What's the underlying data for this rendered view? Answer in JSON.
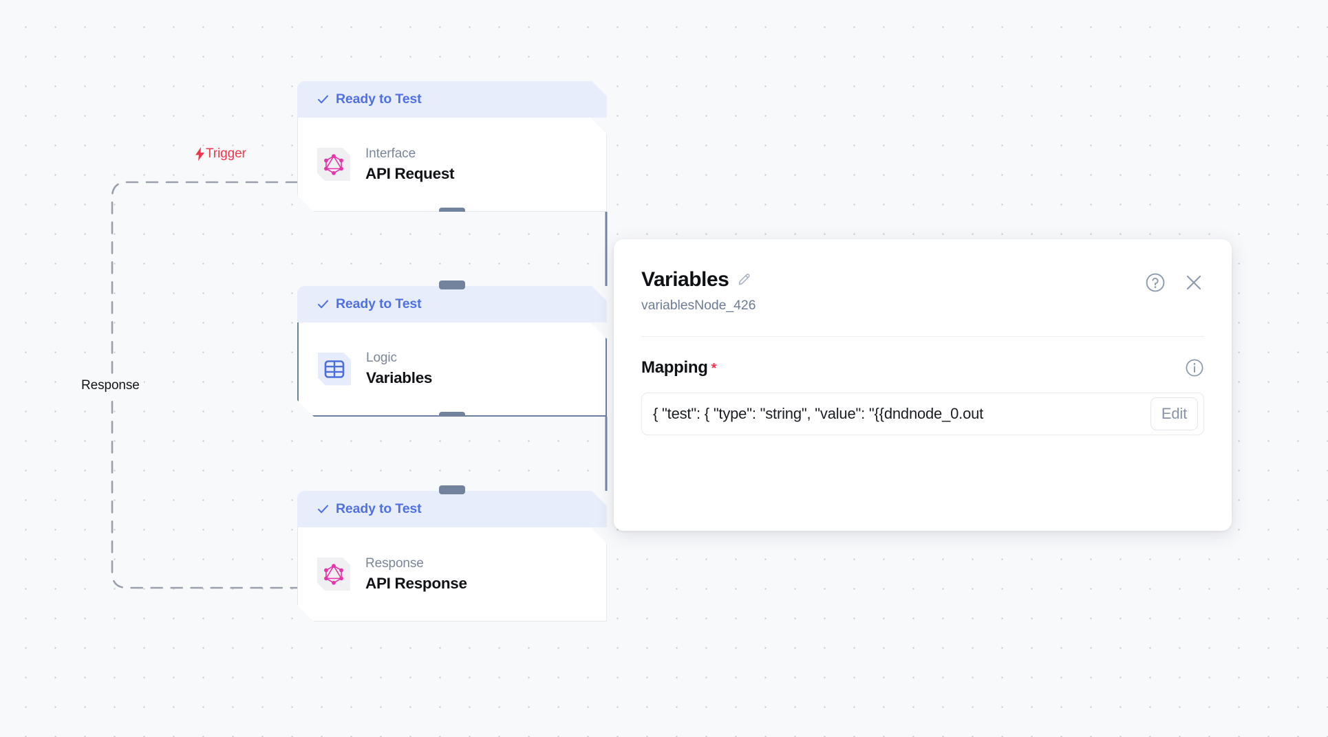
{
  "canvas": {
    "edges": [
      {
        "id": "trigger",
        "label": "Trigger",
        "icon": "lightning-bolt-icon",
        "color": "#f4364c"
      },
      {
        "id": "response",
        "label": "Response",
        "color": "#14161a"
      }
    ]
  },
  "nodes": [
    {
      "status": "Ready to Test",
      "kind": "Interface",
      "title": "API Request",
      "icon": "graphql-icon",
      "selected": false
    },
    {
      "status": "Ready to Test",
      "kind": "Logic",
      "title": "Variables",
      "icon": "table-grid-icon",
      "selected": true
    },
    {
      "status": "Ready to Test",
      "kind": "Response",
      "title": "API Response",
      "icon": "graphql-icon",
      "selected": false
    }
  ],
  "panel": {
    "title": "Variables",
    "subtitle": "variablesNode_426",
    "edit_title_icon": "pencil-icon",
    "help_icon": "help-circle-icon",
    "close_icon": "close-icon",
    "mapping": {
      "label": "Mapping",
      "required_marker": "*",
      "info_icon": "info-circle-icon",
      "value": "{  \"test\": {    \"type\": \"string\",   \"value\": \"{{dndnode_0.out",
      "edit_label": "Edit"
    }
  },
  "colors": {
    "status_text": "#5071e4",
    "status_bg": "#e8edfb",
    "trigger_red": "#f4364c",
    "graphql_pink": "#e535ab",
    "logic_blue": "#4a6fdc",
    "handle_slate": "#73839d",
    "canvas_bg": "#f8f9fb"
  }
}
